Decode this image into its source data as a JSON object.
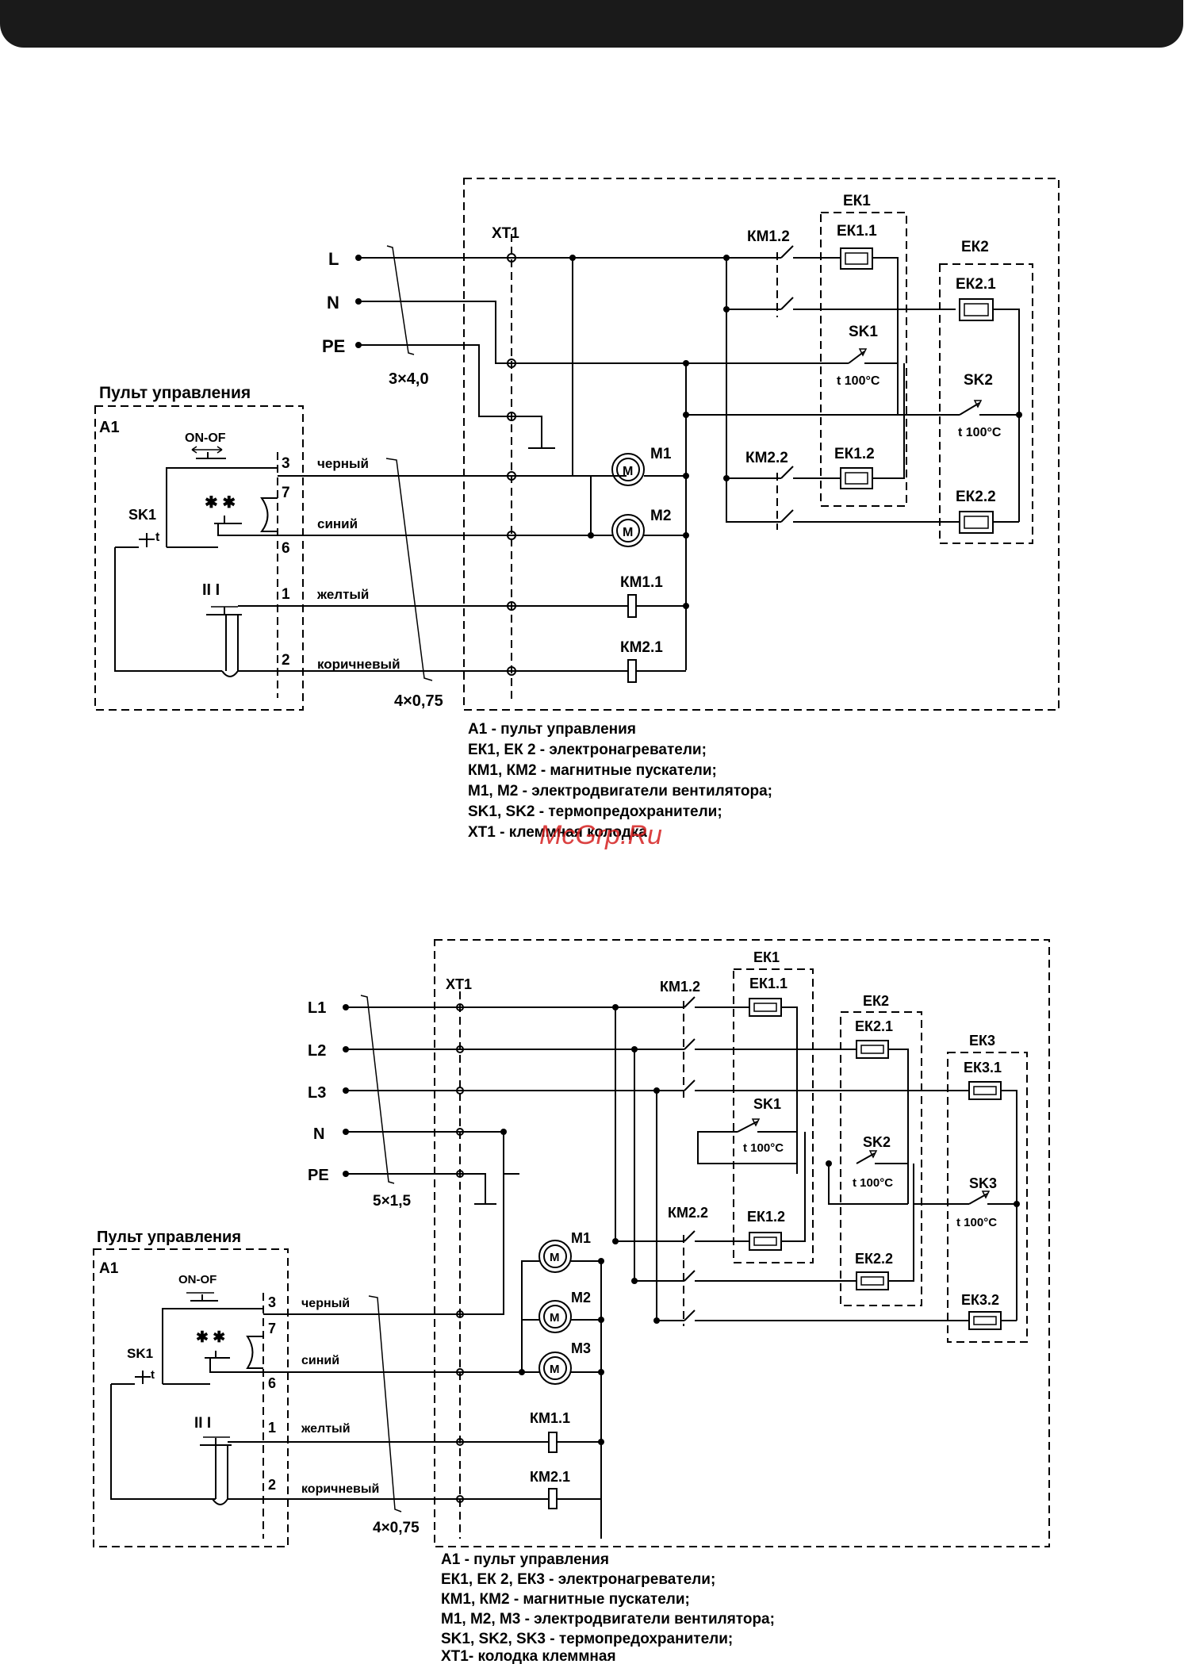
{
  "diagram1": {
    "terminal_block": "ХТ1",
    "supply": [
      "L",
      "N",
      "PE"
    ],
    "supply_cable": "3×4,0",
    "panel_title": "Пульт управления",
    "panel_id": "А1",
    "switch_onoff": "ON-OF",
    "switch_mode": "✱ ✱",
    "switch_speed": "II   I",
    "thermostat_panel": "SK1",
    "thermostat_panel_sub": "t",
    "pins": [
      "3",
      "7",
      "6",
      "1",
      "2"
    ],
    "wires": [
      "черный",
      "синий",
      "желтый",
      "коричневый"
    ],
    "control_cable": "4×0,75",
    "motors": [
      "М1",
      "М2"
    ],
    "motor_glyph": "M",
    "coils": [
      "КМ1.1",
      "КМ2.1"
    ],
    "contacts": [
      "КМ1.2",
      "КМ2.2"
    ],
    "heater_groups": [
      {
        "name": "ЕК1",
        "elements": [
          "ЕК1.1",
          "ЕК1.2"
        ],
        "sensor": "SK1",
        "temp": "t 100°C"
      },
      {
        "name": "ЕК2",
        "elements": [
          "ЕК2.1",
          "ЕК2.2"
        ],
        "sensor": "SK2",
        "temp": "t 100°C"
      }
    ],
    "legend": [
      "А1 - пульт управления",
      "ЕК1, ЕК 2 - электронагреватели;",
      "КМ1, КМ2 - магнитные пускатели;",
      "М1, М2 - электродвигатели вентилятора;",
      "SK1, SK2 - термопредохранители;",
      "ХТ1 - клеммная колодка"
    ],
    "watermark": "McGrp.Ru"
  },
  "diagram2": {
    "terminal_block": "ХТ1",
    "supply": [
      "L1",
      "L2",
      "L3",
      "N",
      "PE"
    ],
    "supply_cable": "5×1,5",
    "panel_title": "Пульт управления",
    "panel_id": "А1",
    "switch_onoff": "ON-OF",
    "switch_mode": "✱ ✱",
    "switch_speed": "II   I",
    "thermostat_panel": "SK1",
    "thermostat_panel_sub": "t",
    "pins": [
      "3",
      "7",
      "6",
      "1",
      "2"
    ],
    "wires": [
      "черный",
      "синий",
      "желтый",
      "коричневый"
    ],
    "control_cable": "4×0,75",
    "motors": [
      "М1",
      "М2",
      "М3"
    ],
    "motor_glyph": "M",
    "coils": [
      "КМ1.1",
      "КМ2.1"
    ],
    "contacts": [
      "КМ1.2",
      "КМ2.2"
    ],
    "heater_groups": [
      {
        "name": "ЕК1",
        "elements": [
          "ЕК1.1",
          "ЕК1.2"
        ],
        "sensor": "SK1",
        "temp": "t 100°C"
      },
      {
        "name": "ЕК2",
        "elements": [
          "ЕК2.1",
          "ЕК2.2"
        ],
        "sensor": "SK2",
        "temp": "t 100°C"
      },
      {
        "name": "ЕК3",
        "elements": [
          "ЕК3.1",
          "ЕК3.2"
        ],
        "sensor": "SK3",
        "temp": "t 100°C"
      }
    ],
    "legend": [
      "А1 - пульт управления",
      "ЕК1, ЕК 2, ЕК3 - электронагреватели;",
      "КМ1, КМ2 - магнитные пускатели;",
      "М1, М2, М3 - электродвигатели вентилятора;",
      "SK1, SK2, SK3 - термопредохранители;",
      "ХТ1- колодка клеммная"
    ]
  }
}
